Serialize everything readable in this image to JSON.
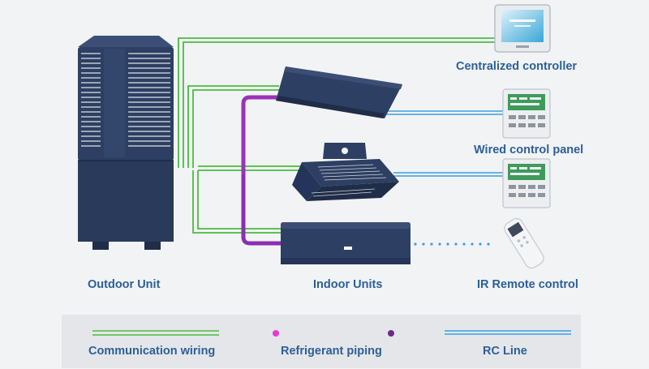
{
  "labels": {
    "outdoor_unit": "Outdoor Unit",
    "indoor_units": "Indoor Units",
    "ir_remote": "IR Remote control",
    "centralized_controller": "Centralized controller",
    "wired_control_panel": "Wired control panel"
  },
  "legend": [
    {
      "label": "Communication wiring",
      "line_style": "double",
      "color": "#4cbb3f"
    },
    {
      "label": "Refrigerant piping",
      "line_style": "gradient",
      "color_start": "#e53ad9",
      "color_end": "#6c2a86"
    },
    {
      "label": "RC Line",
      "line_style": "double",
      "color": "#3aa0e0"
    }
  ],
  "colors": {
    "background": "#f1f3f5",
    "unit_dark": "#2d3f62",
    "label_blue": "#2c5f98",
    "comm_green": "#4cbb3f",
    "refrigerant_purple": "#8a2fb0",
    "refrigerant_magenta": "#e53ad9",
    "rc_blue": "#3aa0e0"
  }
}
